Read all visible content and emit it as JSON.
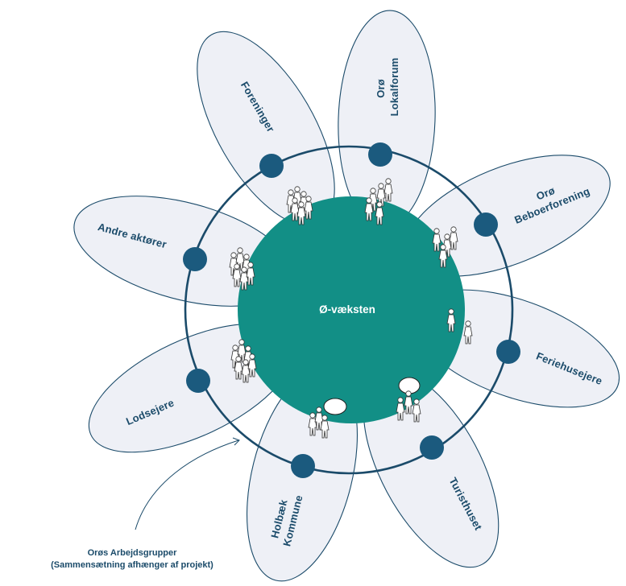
{
  "center": {
    "label": "Ø-væksten"
  },
  "petals": [
    {
      "id": "foreninger",
      "lines": [
        "Foreninger"
      ]
    },
    {
      "id": "lokalforum",
      "lines": [
        "Orø",
        "Lokalforum"
      ]
    },
    {
      "id": "beboerforening",
      "lines": [
        "Orø",
        "Beboerforening"
      ]
    },
    {
      "id": "andre",
      "lines": [
        "Andre aktører"
      ]
    },
    {
      "id": "feriehusejere",
      "lines": [
        "Feriehusejere"
      ]
    },
    {
      "id": "lodsejere",
      "lines": [
        "Lodsejere"
      ]
    },
    {
      "id": "turisthuset",
      "lines": [
        "Turisthuset"
      ]
    },
    {
      "id": "holbaek",
      "lines": [
        "Holbæk",
        "Kommune"
      ]
    }
  ],
  "caption": {
    "line1": "Orøs Arbejdsgrupper",
    "line2": "(Sammensætning afhænger af projekt)"
  },
  "colors": {
    "petal_fill": "#eef0f6",
    "ring": "#1b4b6a",
    "core": "#128f86",
    "node": "#1b5a7e"
  }
}
